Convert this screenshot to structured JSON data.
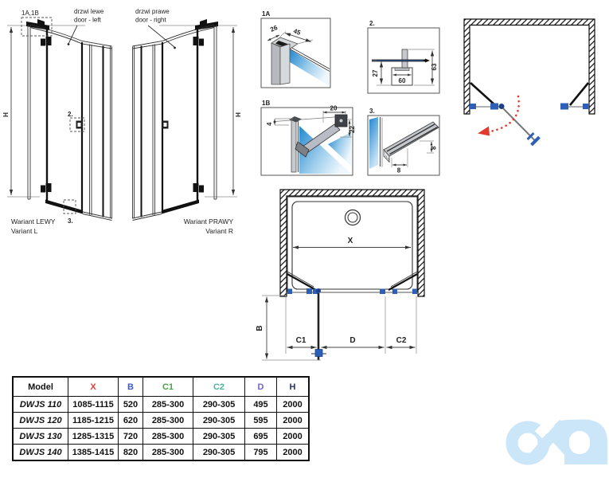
{
  "colors": {
    "x_red": "#d6403c",
    "b_blue_violet": "#4053c8",
    "c1_green": "#47a347",
    "c2_teal": "#4fb2a0",
    "d_blue_diagram": "#2d50a5",
    "d_purple_table": "#7463c6",
    "h_navy": "#28316e",
    "handle_blue": "#2d5fb8",
    "swing_arc_red": "#e23b2e",
    "glass_blue": "#2387cf",
    "logo_light_blue": "#cbe6f8"
  },
  "elevations": {
    "marker_1a1b": "1A,1B",
    "label_left_l1": "drzwi lewe",
    "label_left_l2": "door - left",
    "label_right_l1": "drzwi prawe",
    "label_right_l2": "door - right",
    "dim_h_left": "H",
    "dim_h_right": "H",
    "marker_2": "2.",
    "marker_3": "3.",
    "variant_left_l1": "Wariant LEWY",
    "variant_left_l2": "Variant L",
    "variant_right_l1": "Wariant PRAWY",
    "variant_right_l2": "Variant R"
  },
  "details": {
    "d1a": {
      "label": "1A",
      "dim_26": "26",
      "dim_45": "45"
    },
    "d1b": {
      "label": "1B",
      "dim_20": "20",
      "dim_4": "4",
      "dim_22": "22"
    },
    "d2": {
      "label": "2.",
      "dim_63": "63",
      "dim_27": "27",
      "dim_60": "60"
    },
    "d3": {
      "label": "3.",
      "dim_8_w": "8",
      "dim_8_h": "8"
    }
  },
  "plan": {
    "dim_x": "X",
    "dim_b": "B",
    "dim_c1": "C1",
    "dim_d": "D",
    "dim_c2": "C2"
  },
  "table": {
    "headers": [
      "Model",
      "X",
      "B",
      "C1",
      "C2",
      "D",
      "H"
    ],
    "rows": [
      {
        "model": "DWJS 110",
        "x": "1085-1115",
        "b": "520",
        "c1": "285-300",
        "c2": "290-305",
        "d": "495",
        "h": "2000"
      },
      {
        "model": "DWJS 120",
        "x": "1185-1215",
        "b": "620",
        "c1": "285-300",
        "c2": "290-305",
        "d": "595",
        "h": "2000"
      },
      {
        "model": "DWJS 130",
        "x": "1285-1315",
        "b": "720",
        "c1": "285-300",
        "c2": "290-305",
        "d": "695",
        "h": "2000"
      },
      {
        "model": "DWJS 140",
        "x": "1385-1415",
        "b": "820",
        "c1": "285-300",
        "c2": "290-305",
        "d": "795",
        "h": "2000"
      }
    ]
  }
}
